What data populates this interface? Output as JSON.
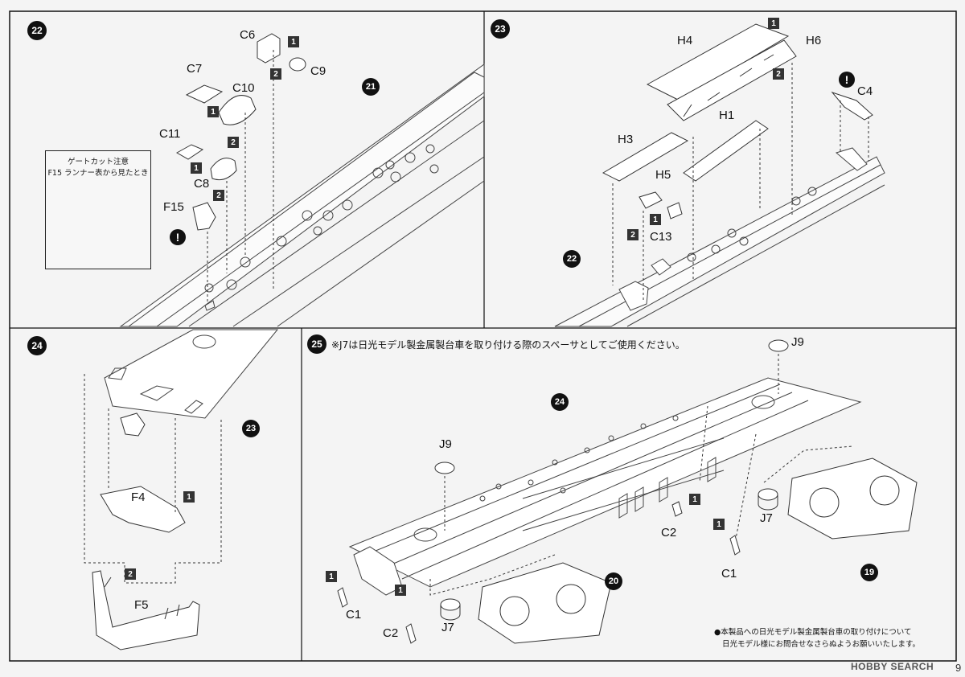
{
  "steps": {
    "s22": "22",
    "s23": "23",
    "s24": "24",
    "s25": "25"
  },
  "refs": {
    "r21": "21",
    "r22": "22",
    "r23": "23",
    "r24": "24",
    "r20": "20",
    "r19": "19"
  },
  "parts": {
    "c6": "C6",
    "c7": "C7",
    "c9": "C9",
    "c10": "C10",
    "c11": "C11",
    "c8": "C8",
    "f15": "F15",
    "h4": "H4",
    "h6": "H6",
    "h1": "H1",
    "h3": "H3",
    "h5": "H5",
    "c13": "C13",
    "c4": "C4",
    "f4": "F4",
    "f5": "F5",
    "j9a": "J9",
    "j9b": "J9",
    "c2a": "C2",
    "c1a": "C1",
    "j7a": "J7",
    "c1b": "C1",
    "c2b": "C2",
    "j7b": "J7"
  },
  "seq": {
    "one": "1",
    "two": "2"
  },
  "gate_box": {
    "title": "ゲートカット注意",
    "subtitle": "F15 ランナー表から見たとき"
  },
  "warning_mark": "!",
  "step25_note": "※J7は日光モデル製金属製台車を取り付ける際のスペーサとしてご使用ください。",
  "footer_note_line1": "●本製品への日光モデル製金属製台車の取り付けについて",
  "footer_note_line2": "日光モデル様にお問合せなさらぬようお願いいたします。",
  "page_number": "9",
  "watermark": "HOBBY SEARCH"
}
